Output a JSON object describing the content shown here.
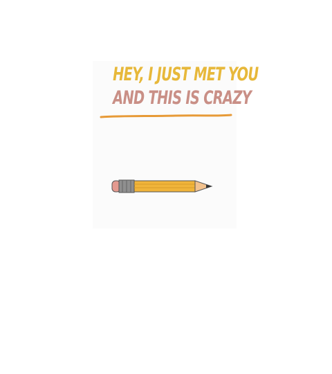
{
  "design": {
    "line_1": "HEY, I JUST MET YOU",
    "line_2": "AND THIS IS CRAZY",
    "icons": {
      "underline": "brush-stroke",
      "pencil": "pencil-icon"
    },
    "colors": {
      "line_1": "#e7b83a",
      "line_2": "#c98f86",
      "stroke": "#e79a37",
      "pencil_body": "#f0b43a",
      "ferrule": "#8f8f8f",
      "eraser": "#e49a90",
      "wood": "#f2c28e",
      "graphite": "#333333"
    }
  }
}
